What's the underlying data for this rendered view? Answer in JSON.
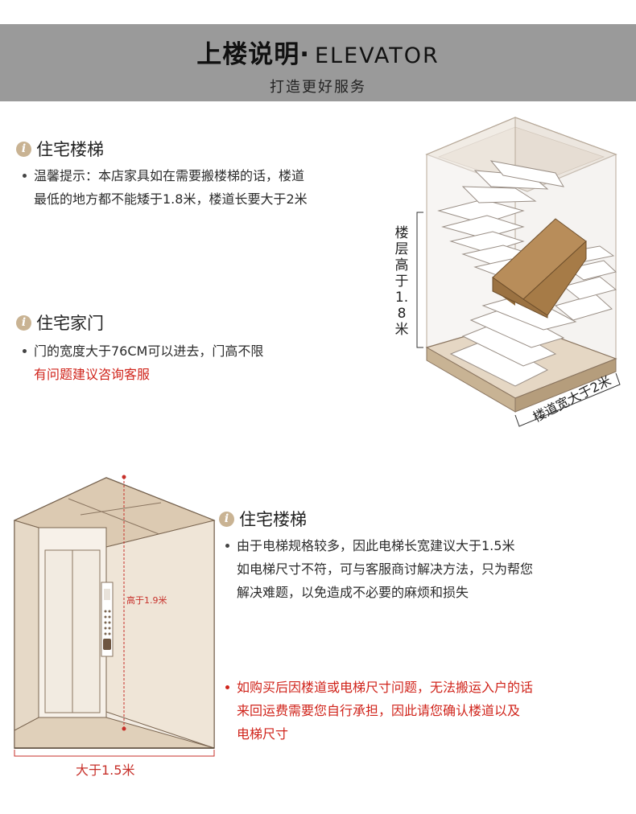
{
  "header": {
    "title_cn": "上楼说明·",
    "title_en": "ELEVATOR",
    "subtitle": "打造更好服务"
  },
  "section_stairs": {
    "title": "住宅楼梯",
    "lines": [
      "温馨提示：本店家具如在需要搬楼梯的话，楼道",
      "最低的地方都不能矮于1.8米，楼道长要大于2米"
    ]
  },
  "section_door": {
    "title": "住宅家门",
    "line": "门的宽度大于76CM可以进去，门高不限",
    "red_line": "有问题建议咨询客服"
  },
  "stair_figure": {
    "height_label": "楼层高于1.8米",
    "width_label": "楼道宽大于2米"
  },
  "section_elevator": {
    "title": "住宅楼梯",
    "lines": [
      "由于电梯规格较多，因此电梯长宽建议大于1.5米",
      "如电梯尺寸不符，可与客服商讨解决方法，只为帮您",
      "解决难题，以免造成不必要的麻烦和损失"
    ],
    "warning_lines": [
      "如购买后因楼道或电梯尺寸问题，无法搬运入户的话",
      "来回运费需要您自行承担，因此请您确认楼道以及",
      "电梯尺寸"
    ]
  },
  "elevator_figure": {
    "height_label": "高于1.9米",
    "width_label": "大于1.5米"
  },
  "colors": {
    "header_bg": "#9a9a9a",
    "accent": "#c9b393",
    "warning": "#d0241b"
  },
  "icons": [
    "info-icon"
  ]
}
